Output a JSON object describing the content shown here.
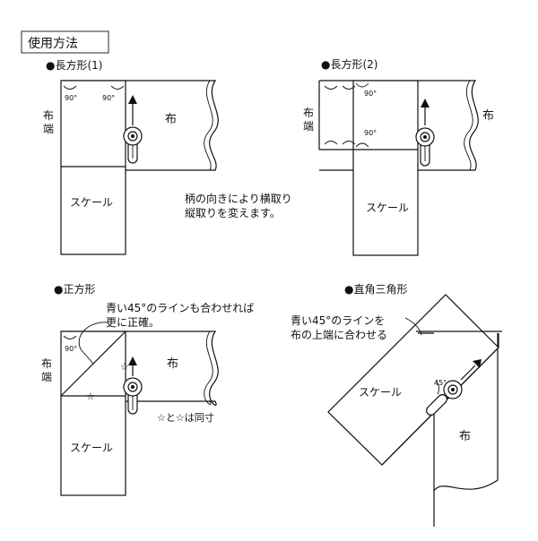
{
  "header": {
    "title": "使用方法"
  },
  "common": {
    "fabric": "布",
    "fabric_edge": [
      "布",
      "端"
    ],
    "scale": "スケール",
    "deg90": "90°",
    "deg45": "45°",
    "star": "☆"
  },
  "sections": {
    "rect1": {
      "title": "●長方形(1)",
      "note_lines": [
        "柄の向きにより横取り",
        "縦取りを変えます。"
      ]
    },
    "rect2": {
      "title": "●長方形(2)"
    },
    "square": {
      "title": "●正方形",
      "note_lines": [
        "青い45°のラインも合わせれば",
        "更に正確。"
      ],
      "star_note": "☆と☆は同寸"
    },
    "tri": {
      "title": "●直角三角形",
      "note_lines": [
        "青い45°のラインを",
        "布の上端に合わせる"
      ]
    }
  }
}
